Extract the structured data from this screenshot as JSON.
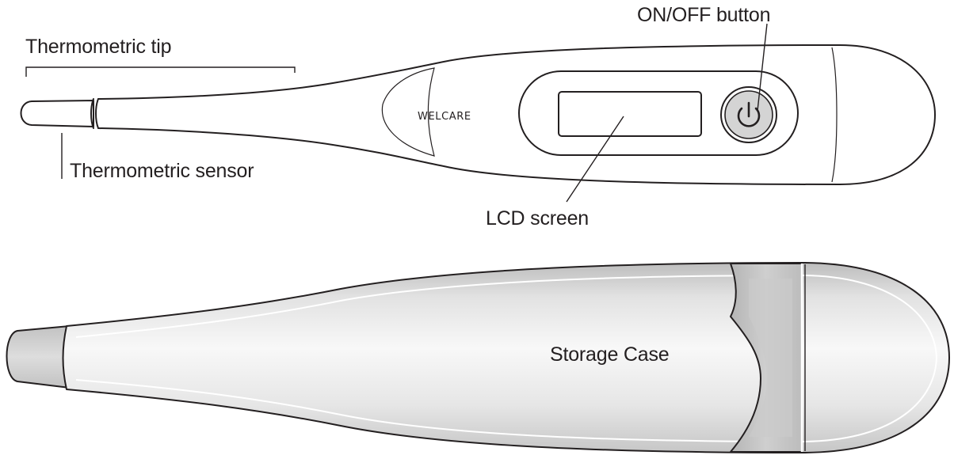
{
  "labels": {
    "thermometric_tip": "Thermometric tip",
    "thermometric_sensor": "Thermometric sensor",
    "on_off_button": "ON/OFF button",
    "lcd_screen": "LCD screen",
    "storage_case": "Storage Case"
  },
  "brand": "WELCARE",
  "colors": {
    "line": "#231f20",
    "case_body": "#e3e3e3",
    "case_highlight": "#f7f7f7",
    "case_shadow": "#b9b9b9",
    "case_band": "#c4c4c4",
    "case_tip": "#d0d0d0"
  },
  "icons": [
    "power-icon"
  ]
}
